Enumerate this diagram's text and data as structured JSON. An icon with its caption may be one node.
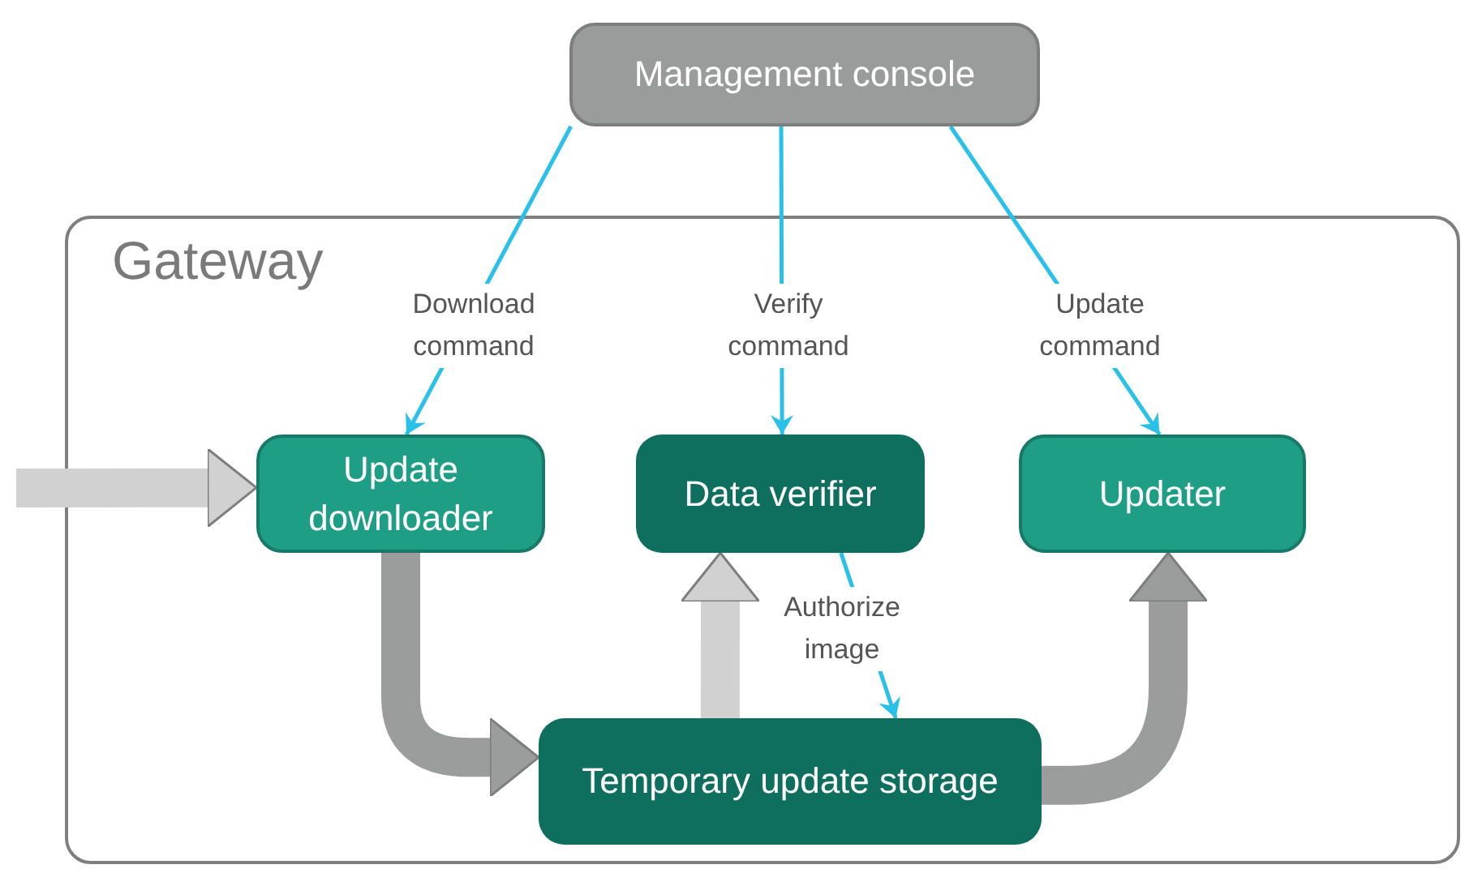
{
  "diagram": {
    "nodes": [
      {
        "text": [
          "Management console"
        ]
      },
      {
        "text": [
          "Gateway"
        ]
      },
      {
        "text": [
          "Update downloader"
        ],
        "in": 1
      },
      {
        "text": [
          "Data verifier"
        ],
        "in": 1
      },
      {
        "text": [
          "Updater"
        ],
        "in": 1
      },
      {
        "text": [
          "Temporary update storage"
        ],
        "in": 1
      }
    ],
    "edges": [
      {
        "from": 0,
        "to": 2,
        "arrow": "to",
        "label": "Download command"
      },
      {
        "from": 0,
        "to": 3,
        "arrow": "to",
        "label": "Verify command"
      },
      {
        "from": 0,
        "to": 4,
        "arrow": "to",
        "label": "Update command"
      },
      {
        "from": null,
        "to": 2,
        "arrow": "to",
        "style": "thick",
        "color": "#d0d1d0"
      },
      {
        "from": 2,
        "to": 5,
        "arrow": "to",
        "style": "thick",
        "color": "#9b9d9d"
      },
      {
        "from": 5,
        "to": 3,
        "arrow": "to",
        "style": "thick",
        "color": "#d0d1d0"
      },
      {
        "from": 5,
        "to": 4,
        "arrow": "to",
        "style": "thick",
        "color": "#9b9d9d"
      },
      {
        "from": 3,
        "to": 5,
        "arrow": "to",
        "label": "Authorize image"
      }
    ]
  }
}
